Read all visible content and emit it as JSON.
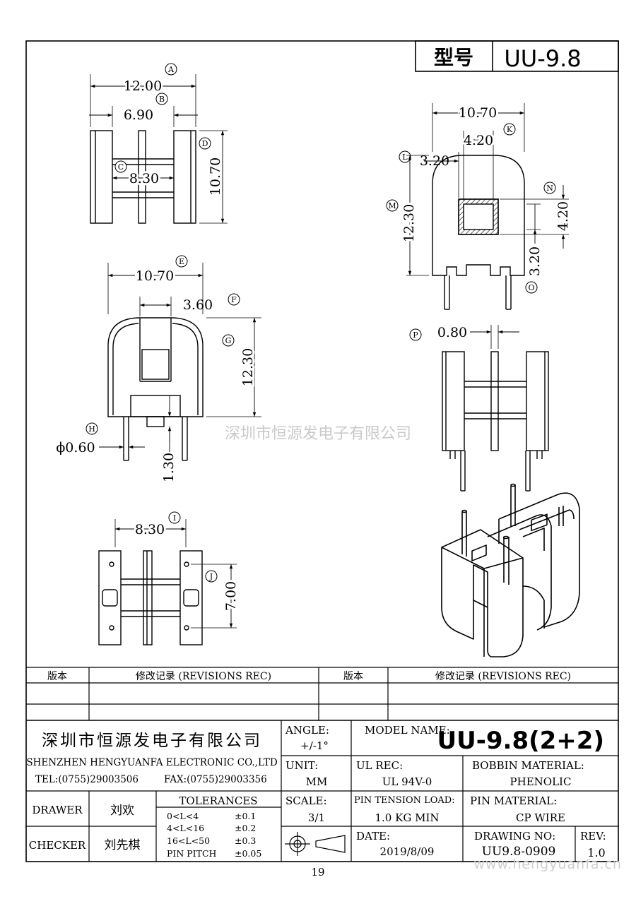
{
  "header": {
    "type_label": "型号",
    "type_value": "UU-9.8"
  },
  "views": {
    "a": {
      "callout": "A",
      "dim": "12.00"
    },
    "b": {
      "callout": "B",
      "dim": "6.90"
    },
    "c": {
      "callout": "C",
      "dim": "8.30"
    },
    "d": {
      "callout": "D",
      "dim": "10.70"
    },
    "e": {
      "callout": "E",
      "dim": "10.70"
    },
    "f": {
      "callout": "F",
      "dim": "3.60"
    },
    "g": {
      "callout": "G",
      "dim": "12.30"
    },
    "h": {
      "callout": "H",
      "dim": "ϕ0.60"
    },
    "h2": {
      "dim": "1.30"
    },
    "i": {
      "callout": "I",
      "dim": "8.30"
    },
    "j": {
      "callout": "J",
      "dim": "7.00"
    },
    "k": {
      "callout": "K",
      "dim": "4.20"
    },
    "kw": {
      "dim": "10.70"
    },
    "l": {
      "callout": "L",
      "dim": "3.20"
    },
    "m": {
      "callout": "M",
      "dim": "12.30"
    },
    "n": {
      "callout": "N",
      "dim": "4.20"
    },
    "o": {
      "callout": "O",
      "dim": "3.20"
    },
    "p": {
      "callout": "P",
      "dim": "0.80"
    }
  },
  "watermark": "深圳市恒源发电子有限公司",
  "revisions": {
    "col1": "版本",
    "col2": "修改记录 (REVISIONS REC)",
    "col3": "版本",
    "col4": "修改记录 (REVISIONS REC)"
  },
  "company": {
    "name_cn": "深圳市恒源发电子有限公司",
    "name_en": "SHENZHEN HENGYUANFA ELECTRONIC CO.,LTD",
    "tel": "TEL:(0755)29003506",
    "fax": "FAX:(0755)29003356"
  },
  "title_block": {
    "angle_label": "ANGLE:",
    "angle_value": "+/-1°",
    "model_label": "MODEL NAME:",
    "model_value": "UU-9.8(2+2)",
    "unit_label": "UNIT:",
    "unit_value": "MM",
    "ul_label": "UL REC:",
    "ul_value": "UL 94V-0",
    "bobbin_label": "BOBBIN MATERIAL:",
    "bobbin_value": "PHENOLIC",
    "scale_label": "SCALE:",
    "scale_value": "3/1",
    "tension_label": "PIN TENSION LOAD:",
    "tension_value": "1.0 KG MIN",
    "pin_label": "PIN MATERIAL:",
    "pin_value": "CP WIRE",
    "date_label": "DATE:",
    "date_value": "2019/8/09",
    "drawing_label": "DRAWING NO:",
    "drawing_value": "UU9.8-0909",
    "rev_label": "REV:",
    "rev_value": "1.0",
    "drawer_label": "DRAWER",
    "drawer_value": "刘欢",
    "checker_label": "CHECKER",
    "checker_value": "刘先棋",
    "tol_title": "TOLERANCES",
    "tol_rows": [
      {
        "range": "0<L<4",
        "value": "±0.1"
      },
      {
        "range": "4<L<16",
        "value": "±0.2"
      },
      {
        "range": "16<L<50",
        "value": "±0.3"
      },
      {
        "range": "PIN PITCH",
        "value": "±0.05"
      }
    ]
  },
  "page_number": "19",
  "website": "www.hengyuanfa.cn"
}
